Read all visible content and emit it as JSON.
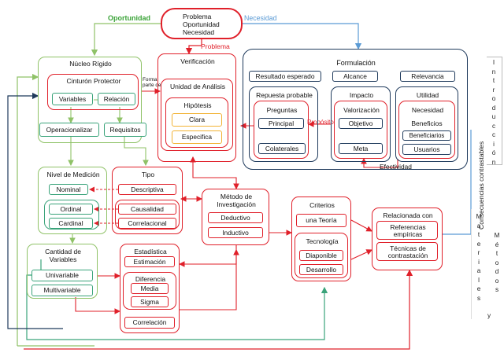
{
  "labels": {
    "oportunidad": "Oportunidad",
    "necesidad": "Necesidad",
    "problema": "Problema",
    "forma_parte": "Forma parte de",
    "proposito": "Propósito",
    "efectividad": "Efectividad",
    "consecuencias": "Consecuencias contrastables",
    "introduccion": "Introducción",
    "materiales": "Materiales",
    "y": "y",
    "metodos": "Métodos"
  },
  "top": {
    "line1": "Problema",
    "line2": "Oportunidad",
    "line3": "Necesidad"
  },
  "nucleo": {
    "title": "Núcleo Rígido",
    "cinturon": "Cinturón  Protector",
    "variables": "Variables",
    "relacion": "Relación",
    "operacionalizar": "Operacionalizar",
    "requisitos": "Requisitos"
  },
  "verificacion": {
    "title": "Verificación",
    "unidad": "Unidad de Análisis",
    "hipotesis": "Hipótesis",
    "clara": "Clara",
    "especifica": "Especifica"
  },
  "formulacion": {
    "title": "Formulación",
    "resultado": "Resultado esperado",
    "alcance": "Alcance",
    "relevancia": "Relevancia",
    "respuesta": "Repuesta probable",
    "preguntas": "Preguntas",
    "principal": "Principal",
    "colaterales": "Colaterales",
    "impacto": "Impacto",
    "valorizacion": "Valorización",
    "objetivo": "Objetivo",
    "meta": "Meta",
    "utilidad": "Utilidad",
    "necesidad": "Necesidad",
    "beneficios": "Beneficios",
    "beneficiarios": "Beneficiarios",
    "usuarios": "Usuarios"
  },
  "medicion": {
    "title": "Nivel de Medición",
    "nominal": "Nominal",
    "ordinal": "Ordinal",
    "cardinal": "Cardinal"
  },
  "tipo": {
    "title": "Tipo",
    "descriptiva": "Descriptiva",
    "causalidad": "Causalidad",
    "correlacional": "Correlacional"
  },
  "metodo": {
    "title_line1": "Método de",
    "title_line2": "Investigación",
    "deductivo": "Deductivo",
    "inductivo": "Inductivo"
  },
  "criterios": {
    "title": "Criterios",
    "teoria": "una Teoría",
    "tecnologia": "Tecnología",
    "disponible": "Diaponible",
    "desarrollo": "Desarrollo"
  },
  "relacionada": {
    "title": "Relacionada con",
    "ref_line1": "Referencias",
    "ref_line2": "empíricas",
    "tec_line1": "Técnicas de",
    "tec_line2": "contrastación"
  },
  "cantidad": {
    "title_line1": "Cantidad de",
    "title_line2": "Variables",
    "univariable": "Univariable",
    "multivariable": "Multivariable"
  },
  "estadistica": {
    "title": "Estadística",
    "estimacion": "Estimación",
    "diferencia": "Diferencia",
    "media": "Media",
    "sigma": "Sigma",
    "correlacion": "Correlación"
  },
  "colors": {
    "green": "#8fc267",
    "red": "#e0202a",
    "navy": "#1f3a5c",
    "blue": "#5b9bd5",
    "teal": "#3aa37a",
    "yellow": "#f2b233"
  }
}
